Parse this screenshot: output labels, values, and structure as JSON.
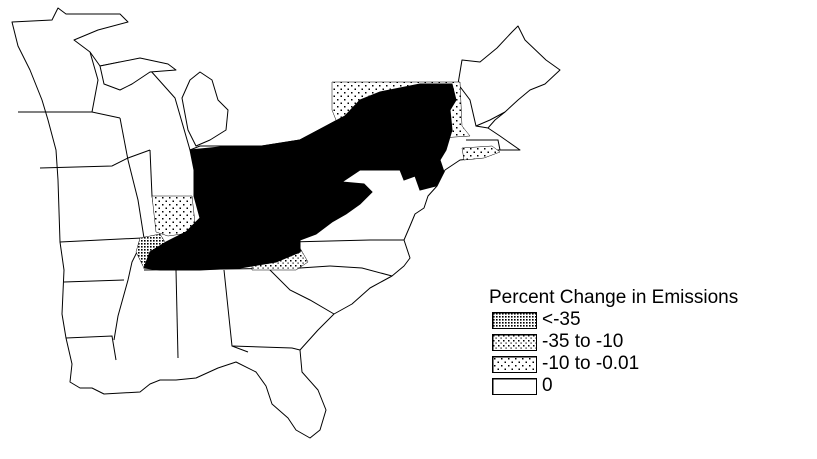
{
  "legend": {
    "title": "Percent Change in Emissions",
    "items": [
      {
        "label": "<-35",
        "pattern": "dense-dots",
        "color": "#000000"
      },
      {
        "label": "-35 to -10",
        "pattern": "medium-dots",
        "color": "#000000"
      },
      {
        "label": "-10 to -0.01",
        "pattern": "sparse-dots",
        "color": "#000000"
      },
      {
        "label": "0",
        "pattern": "none",
        "color": "#ffffff"
      }
    ]
  },
  "map": {
    "region": "Eastern United States",
    "colors": {
      "background": "#ffffff",
      "outline": "#000000",
      "fill_black": "#000000"
    }
  }
}
